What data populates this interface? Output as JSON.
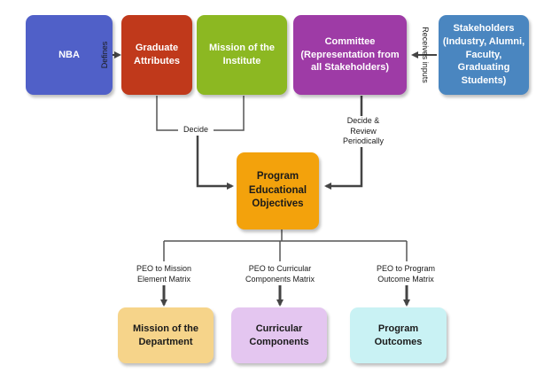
{
  "nodes": {
    "nba": "NBA",
    "graduate_attributes": "Graduate Attributes",
    "mission_institute": "Mission of the Institute",
    "committee": "Committee (Representation from all Stakeholders)",
    "stakeholders": "Stakeholders (Industry, Alumni, Faculty, Graduating Students)",
    "peo": "Program Educational Objectives",
    "mission_department": "Mission of the Department",
    "curricular_components": "Curricular Components",
    "program_outcomes": "Program Outcomes"
  },
  "labels": {
    "defines": "Defines",
    "receives_inputs": "Receives inputs",
    "decide": "Decide",
    "decide_review": "Decide & Review Periodically",
    "peo_mission": "PEO to Mission Element Matrix",
    "peo_curricular": "PEO to Curricular Components Matrix",
    "peo_program": "PEO to Program Outcome Matrix"
  },
  "colors": {
    "nba": "#5060c8",
    "graduate_attributes": "#c0391b",
    "mission_institute": "#8cb822",
    "committee": "#9e3ba6",
    "stakeholders": "#4a86c0",
    "peo": "#f3a20c",
    "mission_department": "#f6d48a",
    "curricular_components": "#e4c6f0",
    "program_outcomes": "#c9f2f4",
    "connector": "#444444"
  }
}
